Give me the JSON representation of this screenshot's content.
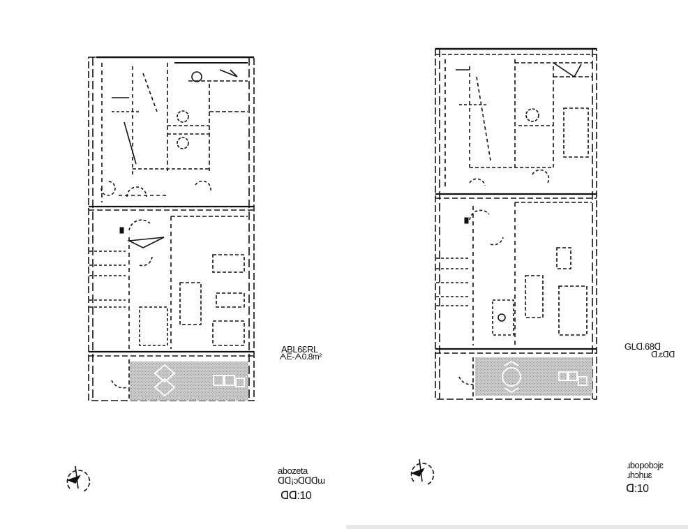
{
  "plans": [
    {
      "area_label_1": "ABL6ƐRL",
      "area_label_2": "ᗅE-ᗅ0.8m²",
      "title_line_1": "abozeta",
      "title_line_2": "ᗡᗡ¡ɔᗡᗡᗡɯ",
      "scale": "ᗡᗡ:10"
    },
    {
      "area_label_1": "GLᗡ.68ᗡ",
      "area_label_2": "ᗡ.ɛᗡᗡ",
      "title_line_1": "ɹbopobɔjɛ",
      "title_line_2": "ɹhɔhᴉɹɛ",
      "scale": "ᗡ:10"
    }
  ]
}
